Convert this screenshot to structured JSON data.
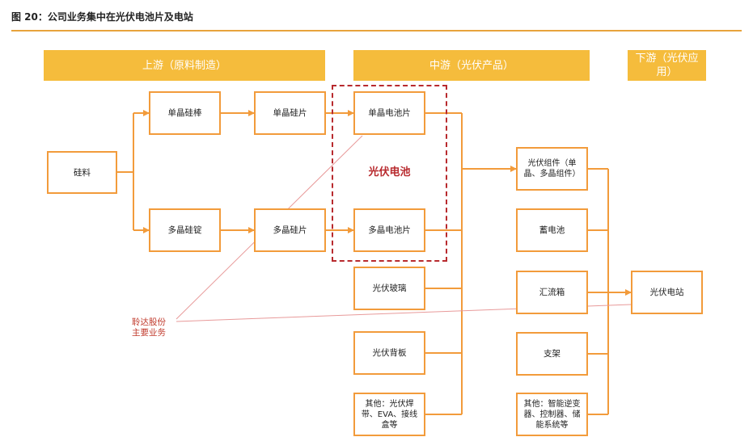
{
  "figure_title": "图 20：公司业务集中在光伏电池片及电站",
  "stages": {
    "upstream": "上游（原料制造）",
    "midstream": "中游（光伏产品）",
    "downstream": "下游（光伏应用）"
  },
  "boxes": {
    "silicon": "硅料",
    "mono_ingot": "单晶硅棒",
    "mono_wafer": "单晶硅片",
    "mono_cell": "单晶电池片",
    "poly_ingot": "多晶硅锭",
    "poly_wafer": "多晶硅片",
    "poly_cell": "多晶电池片",
    "pv_glass": "光伏玻璃",
    "pv_backsheet": "光伏背板",
    "mid_other": "其他：光伏焊带、EVA、接线盒等",
    "pv_module": "光伏组件（单晶、多晶组件）",
    "battery": "蓄电池",
    "combiner_box": "汇流箱",
    "bracket": "支架",
    "down_other": "其他：智能逆变器、控制器、储能系统等",
    "pv_station": "光伏电站"
  },
  "highlight_label": "光伏电池",
  "annotation": {
    "line1": "聆达股份",
    "line2": "主要业务"
  },
  "colors": {
    "stage_fill": "#f5bc3c",
    "box_border": "#f29b3b",
    "arrow": "#f29b3b",
    "highlight": "#b82a2e",
    "annotation": "#c0392b"
  }
}
